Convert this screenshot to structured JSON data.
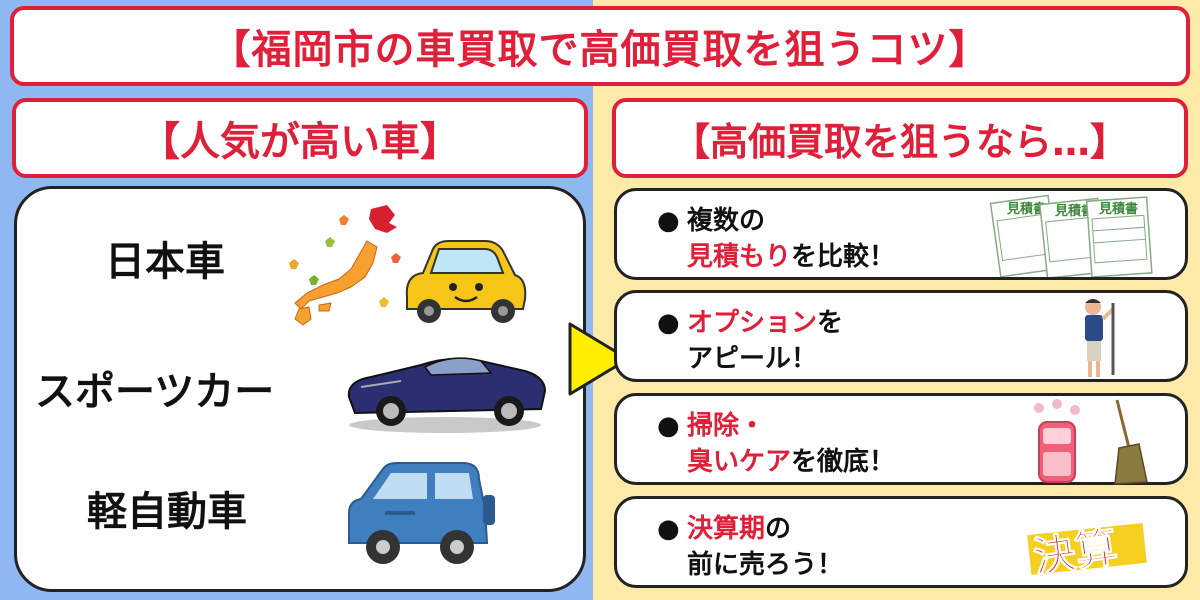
{
  "main_title": "【福岡市の車買取で高価買取を狙うコツ】",
  "left": {
    "header": "【人気が高い車】",
    "cars": [
      "日本車",
      "スポーツカー",
      "軽自動車"
    ]
  },
  "right": {
    "header": "【高価買取を狙うなら…】",
    "bullet": "●",
    "tips": [
      {
        "line1_red": "",
        "line1_black": "複数の",
        "line2_red": "見積もり",
        "line2_black": "を比較！"
      },
      {
        "line1_red": "オプション",
        "line1_black": "を",
        "line2_red": "",
        "line2_black": "アピール！"
      },
      {
        "line1_red": "掃除・",
        "line1_black": "",
        "line2_red": "臭いケア",
        "line2_black": "を徹底！"
      },
      {
        "line1_red": "決算期",
        "line1_black": "の",
        "line2_red": "",
        "line2_black": "前に売ろう！"
      }
    ],
    "estimate_label": "見積書",
    "kessan_label": "決算"
  },
  "colors": {
    "accent": "#e0203a",
    "left_bg": "#8fb8f2",
    "right_bg": "#fde9a8"
  },
  "icons": [
    "japan-map-icon",
    "yellow-car-icon",
    "sports-car-icon",
    "blue-car-icon",
    "estimate-documents-icon",
    "man-with-stand-icon",
    "air-freshener-icon",
    "broom-icon",
    "kessan-stamp-icon",
    "arrow-right-icon"
  ]
}
